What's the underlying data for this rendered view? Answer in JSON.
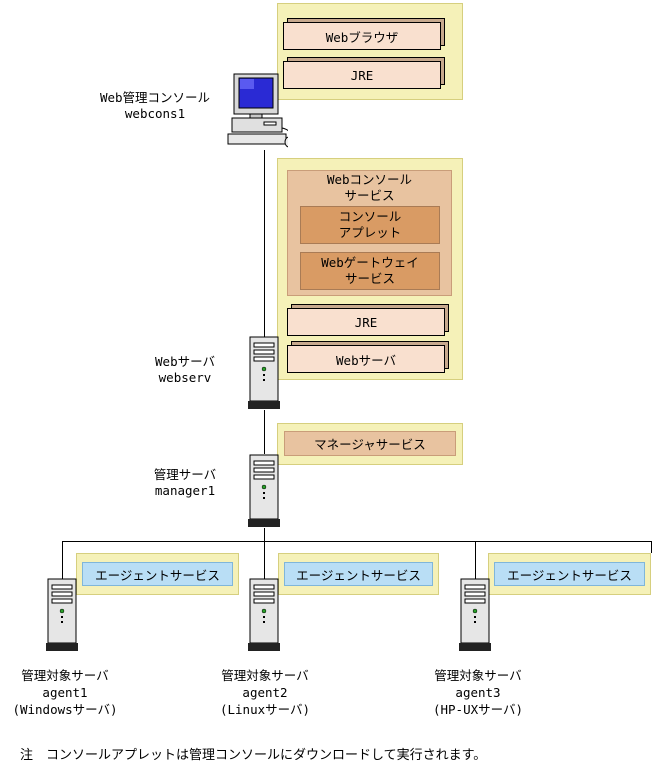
{
  "client": {
    "label": "Web管理コンソール",
    "host": "webcons1",
    "components": [
      "Webブラウザ",
      "JRE"
    ]
  },
  "web_server": {
    "label": "Webサーバ",
    "host": "webserv",
    "console_service": {
      "title_line1": "Webコンソール",
      "title_line2": "サービス",
      "applet_line1": "コンソール",
      "applet_line2": "アプレット",
      "gateway_line1": "Webゲートウェイ",
      "gateway_line2": "サービス"
    },
    "components": [
      "JRE",
      "Webサーバ"
    ]
  },
  "manager_server": {
    "label": "管理サーバ",
    "host": "manager1",
    "service": "マネージャサービス"
  },
  "agents": [
    {
      "label": "管理対象サーバ",
      "host": "agent1",
      "os": "(Windowsサーバ)",
      "service": "エージェントサービス"
    },
    {
      "label": "管理対象サーバ",
      "host": "agent2",
      "os": "(Linuxサーバ)",
      "service": "エージェントサービス"
    },
    {
      "label": "管理対象サーバ",
      "host": "agent3",
      "os": "(HP-UXサーバ)",
      "service": "エージェントサービス"
    }
  ],
  "note": "注　コンソールアプレットは管理コンソールにダウンロードして実行されます。"
}
